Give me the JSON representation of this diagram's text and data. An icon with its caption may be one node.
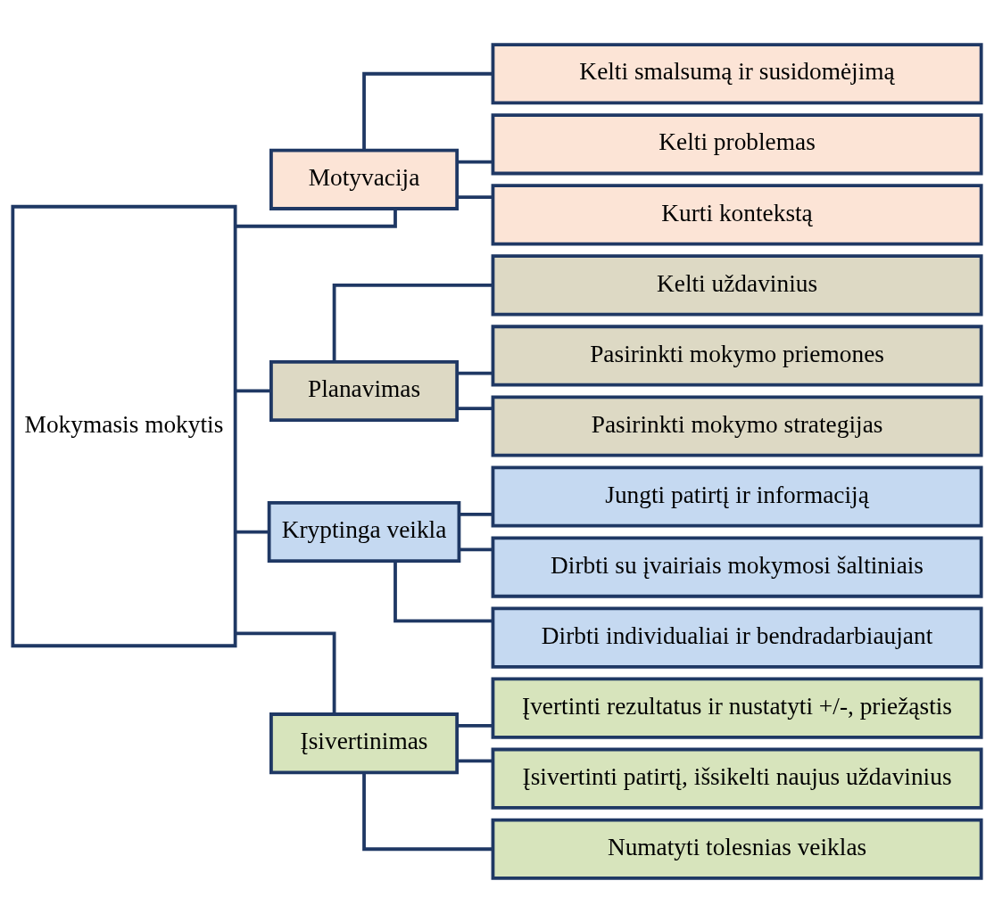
{
  "diagram": {
    "nodes": [
      {
        "text": [
          "Mokymasis mokytis"
        ]
      },
      {
        "text": [
          "Motyvacija"
        ]
      },
      {
        "text": [
          "Kelti smalsumą ir susidomėjimą"
        ]
      },
      {
        "text": [
          "Kelti problemas"
        ]
      },
      {
        "text": [
          "Kurti kontekstą"
        ]
      },
      {
        "text": [
          "Planavimas"
        ]
      },
      {
        "text": [
          "Kelti uždavinius"
        ]
      },
      {
        "text": [
          "Pasirinkti mokymo priemones"
        ]
      },
      {
        "text": [
          "Pasirinkti mokymo strategijas"
        ]
      },
      {
        "text": [
          "Kryptinga veikla"
        ]
      },
      {
        "text": [
          "Jungti patirtį ir informaciją"
        ]
      },
      {
        "text": [
          "Dirbti su įvairiais mokymosi šaltiniais"
        ]
      },
      {
        "text": [
          "Dirbti individualiai ir bendradarbiaujant"
        ]
      },
      {
        "text": [
          "Įsivertinimas"
        ]
      },
      {
        "text": [
          "Įvertinti rezultatus ir nustatyti +/-, priežąstis"
        ]
      },
      {
        "text": [
          "Įsivertinti patirtį, išsikelti naujus uždavinius"
        ]
      },
      {
        "text": [
          "Numatyti tolesnias veiklas"
        ]
      }
    ],
    "edges": [
      {
        "from": 0,
        "to": 1,
        "arrow": "none"
      },
      {
        "from": 0,
        "to": 5,
        "arrow": "none"
      },
      {
        "from": 0,
        "to": 9,
        "arrow": "none"
      },
      {
        "from": 0,
        "to": 13,
        "arrow": "none"
      },
      {
        "from": 1,
        "to": 2,
        "arrow": "none"
      },
      {
        "from": 1,
        "to": 3,
        "arrow": "none"
      },
      {
        "from": 1,
        "to": 4,
        "arrow": "none"
      },
      {
        "from": 5,
        "to": 6,
        "arrow": "none"
      },
      {
        "from": 5,
        "to": 7,
        "arrow": "none"
      },
      {
        "from": 5,
        "to": 8,
        "arrow": "none"
      },
      {
        "from": 9,
        "to": 10,
        "arrow": "none"
      },
      {
        "from": 9,
        "to": 11,
        "arrow": "none"
      },
      {
        "from": 9,
        "to": 12,
        "arrow": "none"
      },
      {
        "from": 13,
        "to": 14,
        "arrow": "none"
      },
      {
        "from": 13,
        "to": 15,
        "arrow": "none"
      },
      {
        "from": 13,
        "to": 16,
        "arrow": "none"
      }
    ]
  }
}
